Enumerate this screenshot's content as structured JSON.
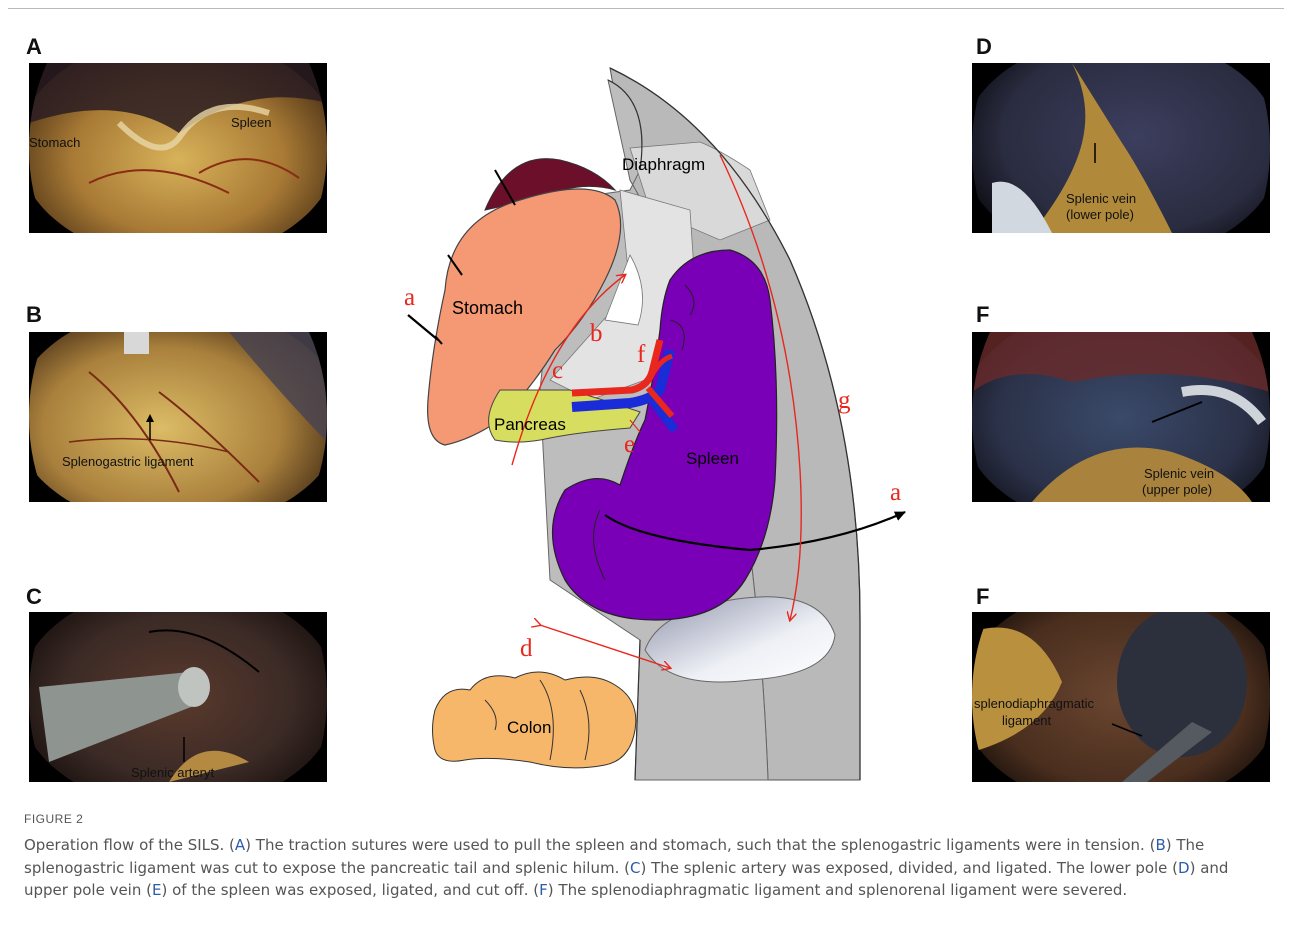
{
  "panels": {
    "A": {
      "letter": "A",
      "labels": [
        "Stomach",
        "Spleen"
      ]
    },
    "B": {
      "letter": "B",
      "labels": [
        "Splenogastric ligament"
      ]
    },
    "C": {
      "letter": "C",
      "labels": [
        "Splenic arteryt"
      ]
    },
    "D": {
      "letter": "D",
      "labels": [
        "Splenic vein",
        "(lower pole)"
      ]
    },
    "E": {
      "letter": "F",
      "labels": [
        "Splenic vein",
        "(upper pole)"
      ]
    },
    "F": {
      "letter": "F",
      "labels": [
        "splenodiaphragmatic",
        "ligament"
      ]
    }
  },
  "diagram": {
    "organs": {
      "diaphragm": "Diaphragm",
      "stomach": "Stomach",
      "pancreas": "Pancreas",
      "spleen": "Spleen",
      "colon": "Colon"
    },
    "markers": [
      "a",
      "b",
      "c",
      "f",
      "e",
      "g",
      "a",
      "d"
    ]
  },
  "caption": {
    "figure_label": "FIGURE 2",
    "text_parts": [
      "Operation flow of the SILS. (",
      "A",
      ") The traction sutures were used to pull the spleen and stomach, such that the splenogastric ligaments were in tension. (",
      "B",
      ") The splenogastric ligament was cut to expose the pancreatic tail and splenic hilum. (",
      "C",
      ") The splenic artery was exposed, divided, and ligated. The lower pole (",
      "D",
      ") and upper pole vein (",
      "E",
      ") of the spleen was exposed, ligated, and cut off. (",
      "F",
      ") The splenodiaphragmatic ligament and splenorenal ligament were severed."
    ]
  },
  "colors": {
    "caption_text": "#555555",
    "caption_letters": "#2c5cab",
    "spleen": "#7a00b8",
    "stomach": "#f59874",
    "pancreas": "#d7dd5e",
    "colon": "#f6b76a",
    "diaphragm": "#bdbdbd",
    "arrow": "#e8271d"
  }
}
